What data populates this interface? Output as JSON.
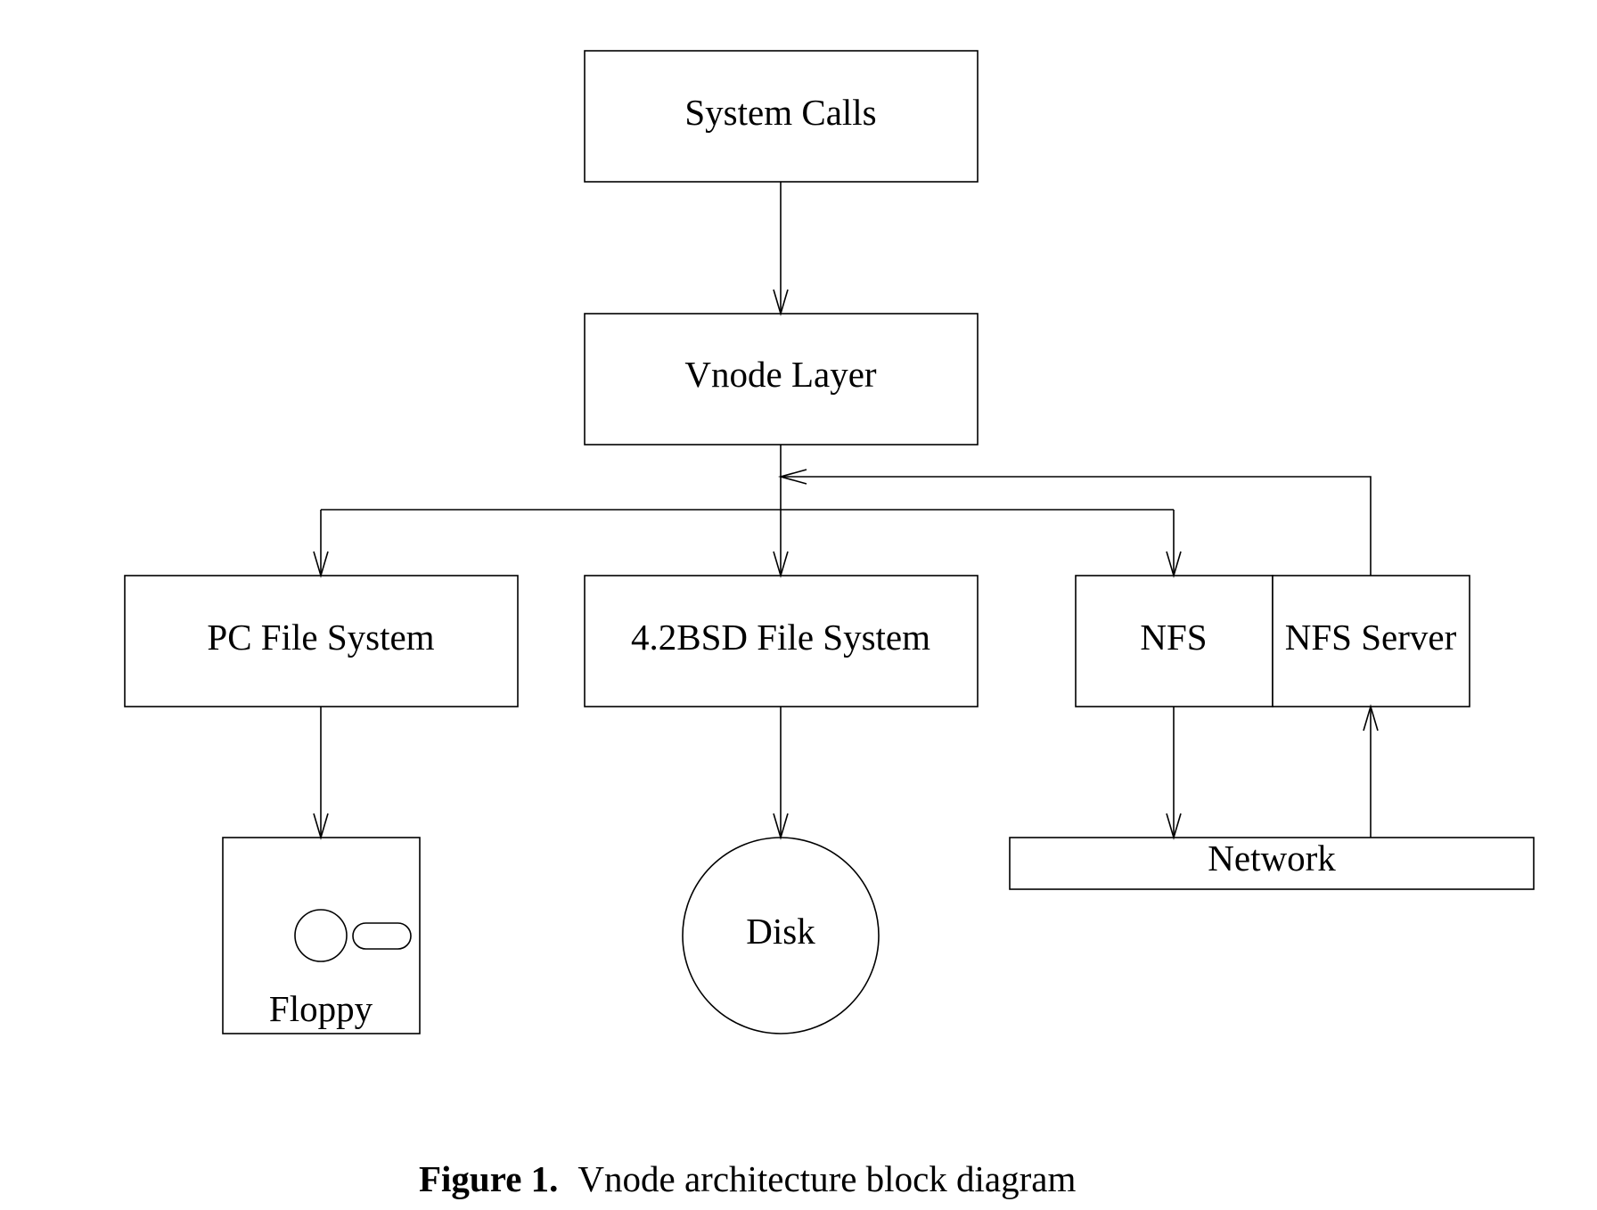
{
  "diagram": {
    "nodes": {
      "system_calls": "System Calls",
      "vnode_layer": "Vnode Layer",
      "pc_fs": "PC File System",
      "bsd_fs": "4.2BSD File System",
      "nfs": "NFS",
      "nfs_server": "NFS Server",
      "floppy": "Floppy",
      "disk": "Disk",
      "network": "Network"
    },
    "edges": [
      {
        "from": "System Calls",
        "to": "Vnode Layer"
      },
      {
        "from": "Vnode Layer",
        "to": "PC File System"
      },
      {
        "from": "Vnode Layer",
        "to": "4.2BSD File System"
      },
      {
        "from": "Vnode Layer",
        "to": "NFS"
      },
      {
        "from": "NFS Server",
        "to": "Vnode Layer"
      },
      {
        "from": "PC File System",
        "to": "Floppy"
      },
      {
        "from": "4.2BSD File System",
        "to": "Disk"
      },
      {
        "from": "NFS",
        "to": "Network"
      },
      {
        "from": "Network",
        "to": "NFS Server"
      }
    ]
  },
  "caption": {
    "label": "Figure 1.",
    "text": "Vnode architecture block diagram"
  }
}
